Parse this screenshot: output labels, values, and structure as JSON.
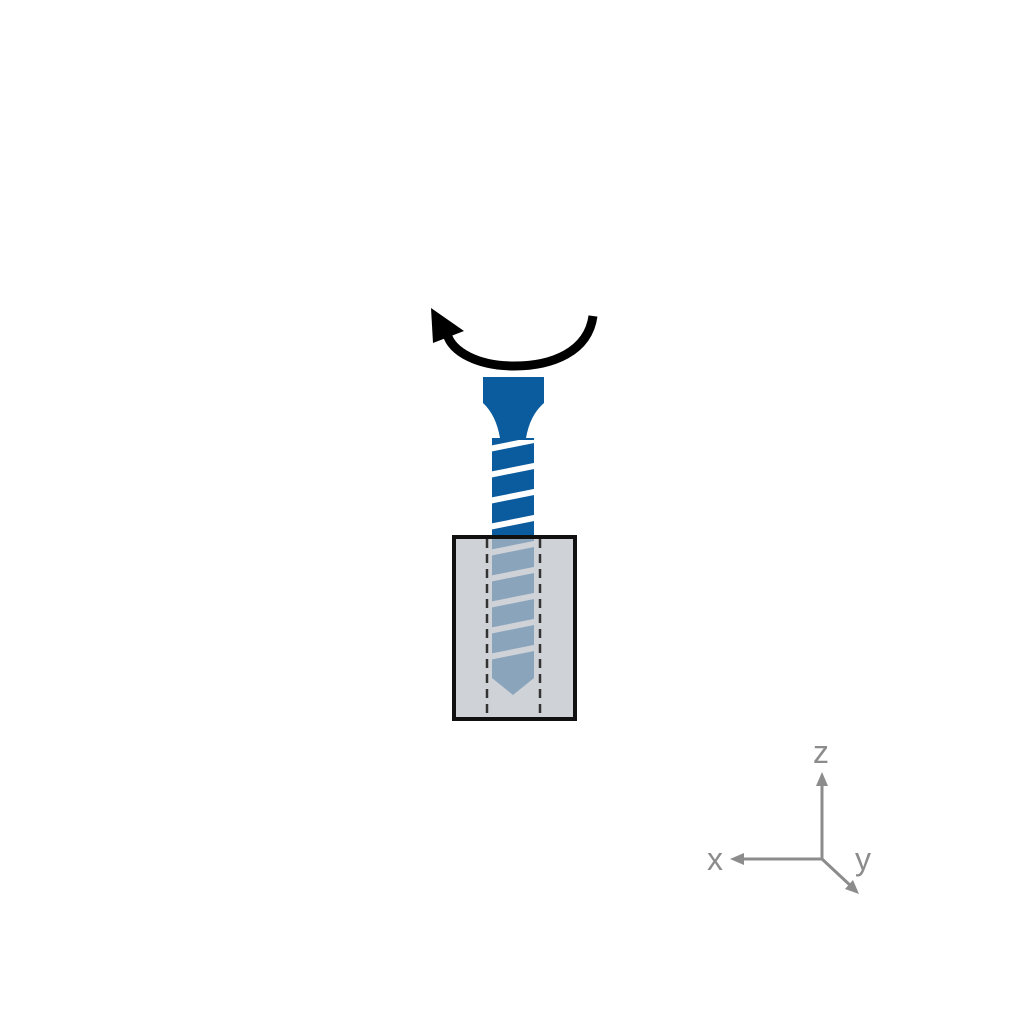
{
  "colors": {
    "screw": "#0a5c9e",
    "block_fill": "#bcc1c7",
    "block_stroke": "#111111",
    "arrow": "#000000",
    "axes": "#8c8c8c",
    "background": "#ffffff"
  },
  "icons": {
    "rotation": "counterclockwise-rotation-arrow-icon",
    "screw": "screw-icon",
    "block": "block-with-hole",
    "axes": "xyz-axes-triad"
  },
  "axes": {
    "x_label": "x",
    "y_label": "y",
    "z_label": "z"
  }
}
